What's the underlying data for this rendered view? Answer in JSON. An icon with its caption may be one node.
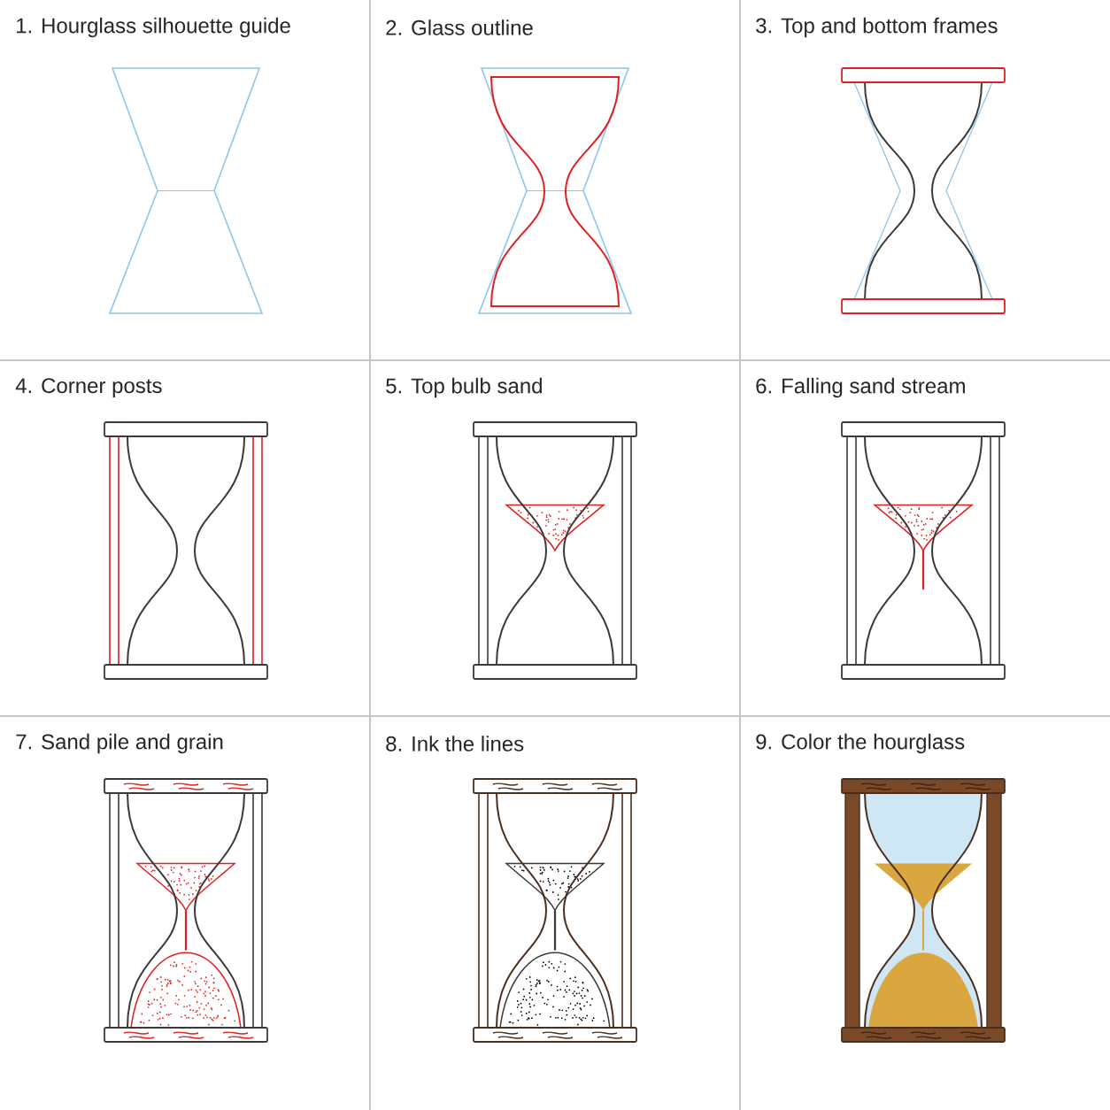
{
  "diagram": {
    "nodes": [
      {
        "text": [
          "1. Hourglass silhouette guide"
        ]
      },
      {
        "text": [
          "2. Glass outline"
        ]
      },
      {
        "text": [
          "3. Top and bottom frames"
        ]
      },
      {
        "text": [
          "4. Corner posts"
        ]
      },
      {
        "text": [
          "5. Top bulb sand"
        ]
      },
      {
        "text": [
          "6. Falling sand stream"
        ]
      },
      {
        "text": [
          "7. Sand pile and grain"
        ]
      },
      {
        "text": [
          "8. Ink the lines"
        ]
      },
      {
        "text": [
          "9. Color the hourglass"
        ]
      }
    ]
  }
}
